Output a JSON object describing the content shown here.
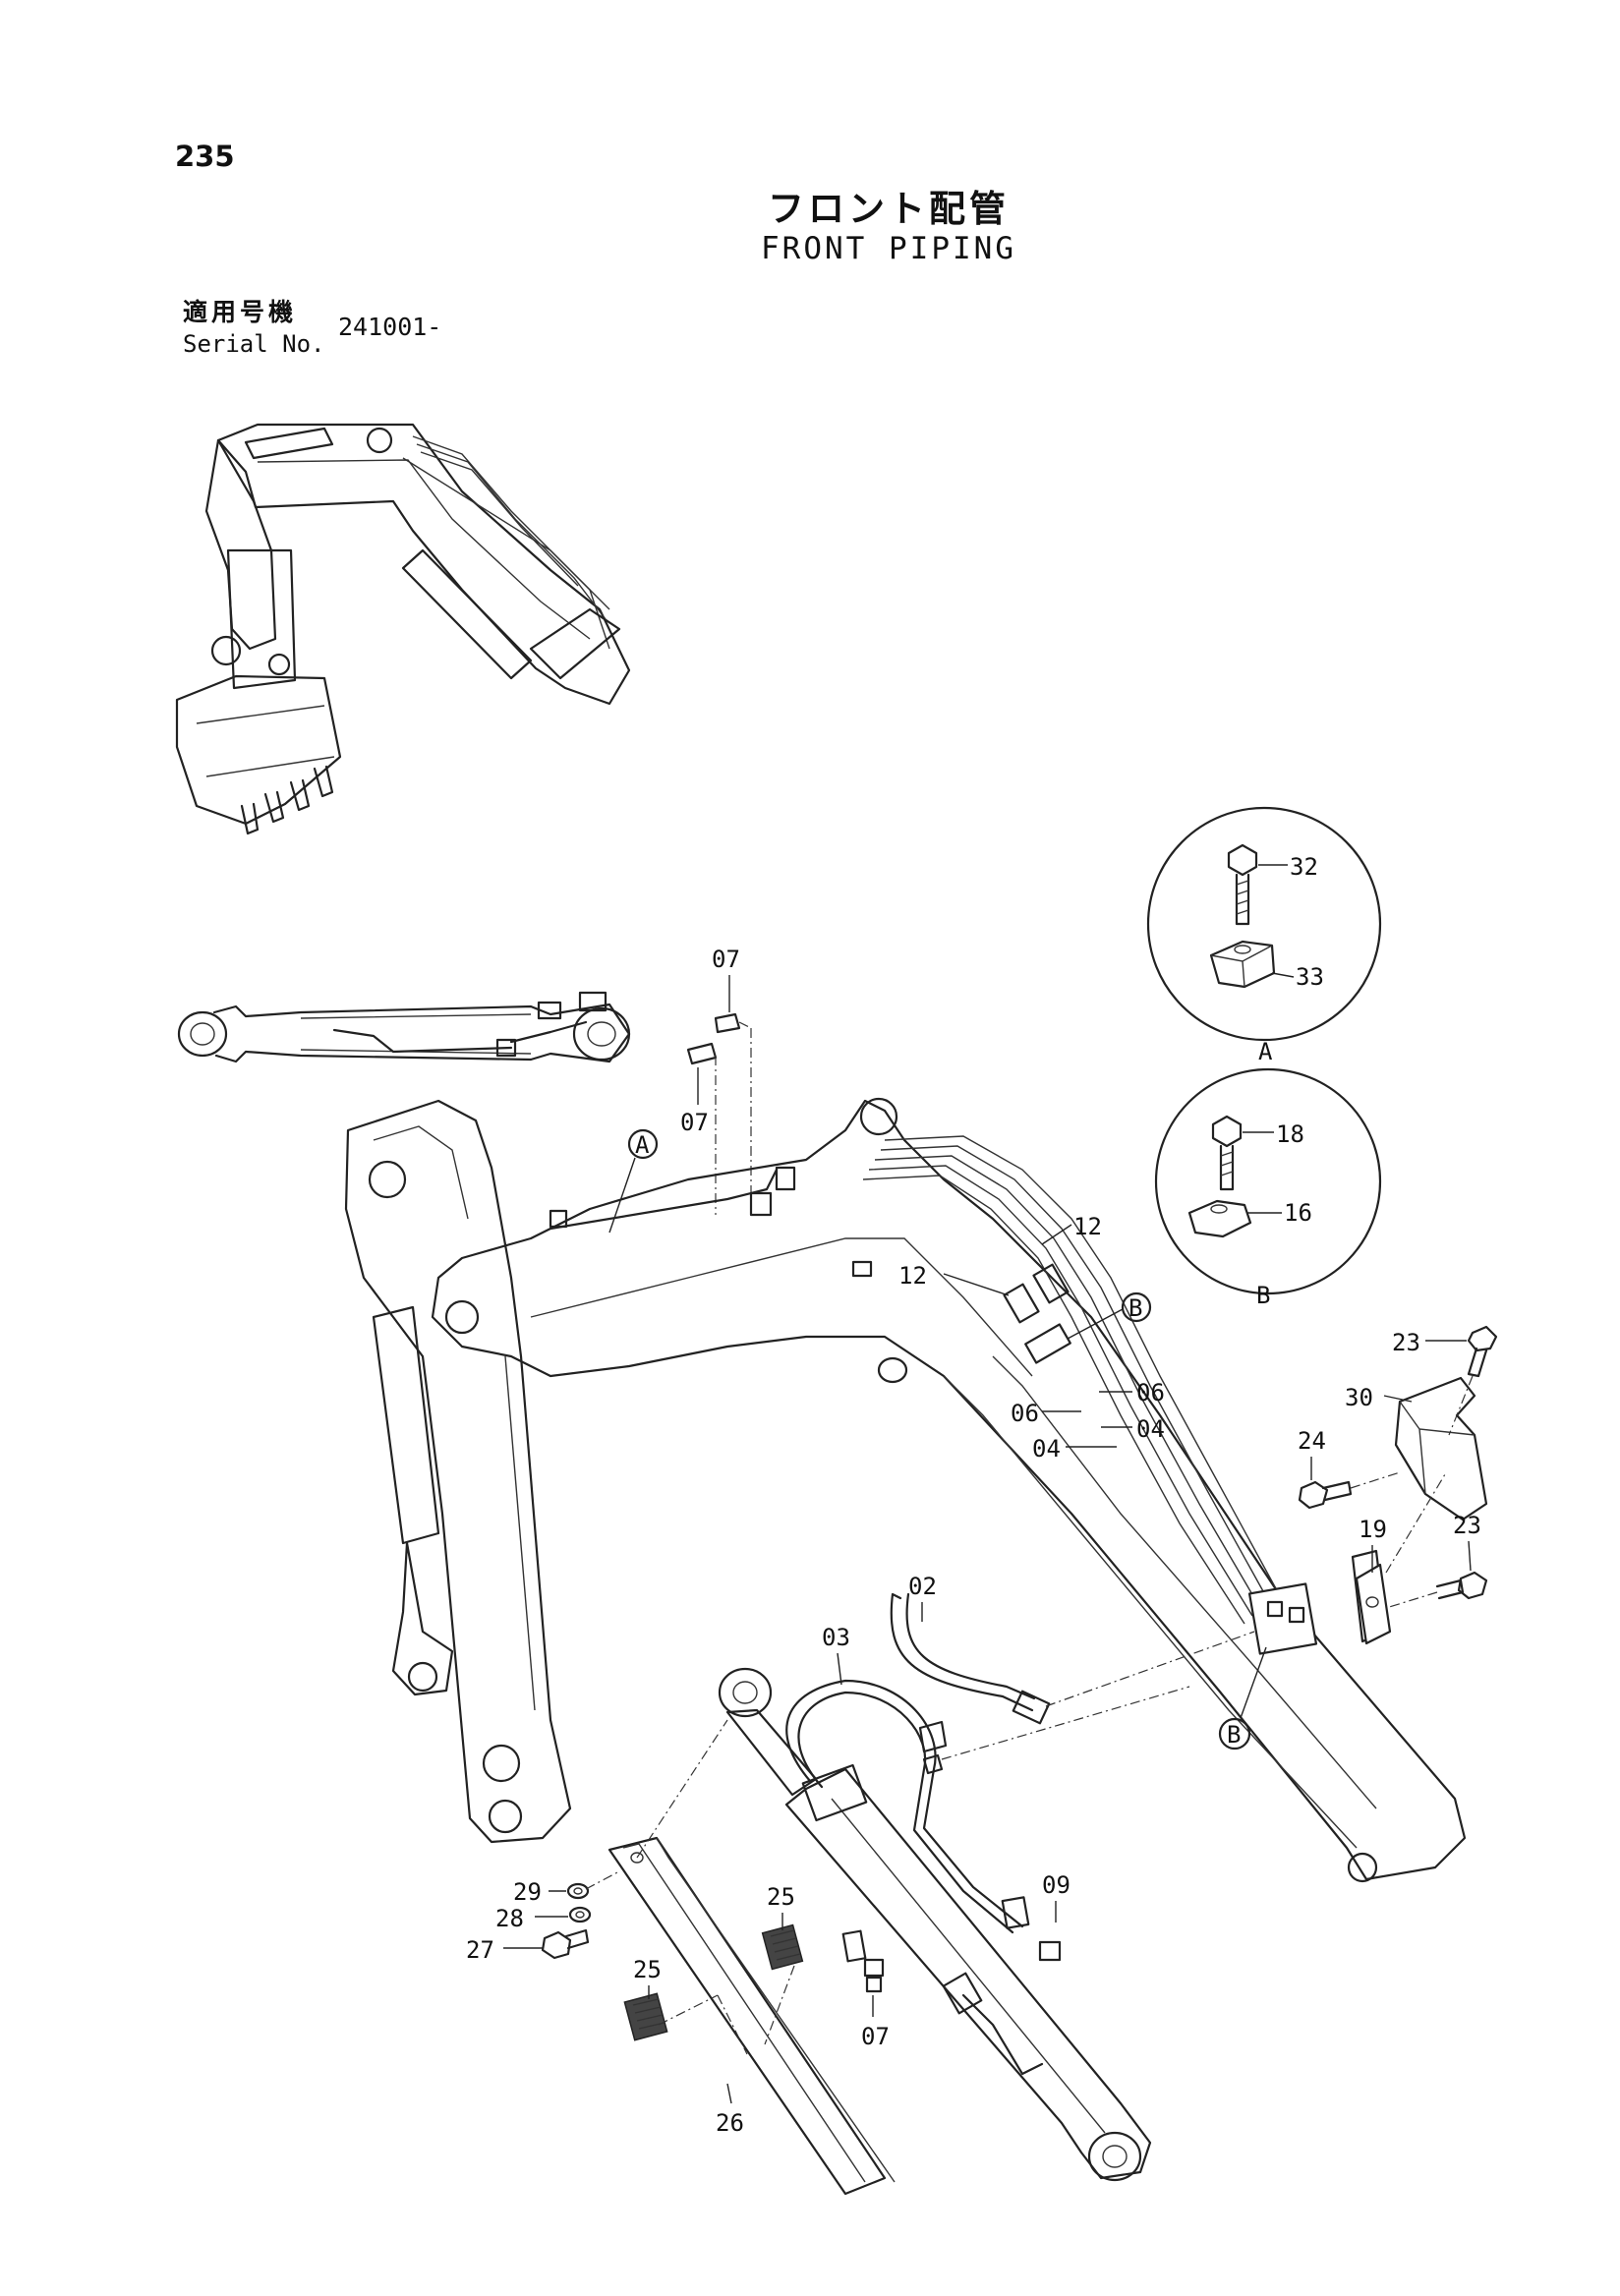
{
  "page": {
    "number": "235",
    "title_jp": "フロント配管",
    "title_en": "FRONT PIPING",
    "serial_label_jp": "適用号機",
    "serial_label_en": "Serial No.",
    "serial_value": "241001-"
  },
  "callouts": {
    "detail_a": {
      "letter": "A",
      "parts": [
        "32",
        "33"
      ]
    },
    "detail_b": {
      "letter": "B",
      "parts": [
        "18",
        "16"
      ]
    },
    "ref_a": "A",
    "ref_b_upper": "B",
    "ref_b_lower": "B",
    "labels": {
      "p07_top": "07",
      "p07_mid": "07",
      "p12_right": "12",
      "p12_left": "12",
      "p06_right": "06",
      "p06_left": "06",
      "p04_right": "04",
      "p04_left": "04",
      "p23_top": "23",
      "p30": "30",
      "p24": "24",
      "p23_mid": "23",
      "p19": "19",
      "p02": "02",
      "p03": "03",
      "p09": "09",
      "p29": "29",
      "p28": "28",
      "p27": "27",
      "p25_right": "25",
      "p25_left": "25",
      "p07_bottom": "07",
      "p26": "26"
    }
  }
}
